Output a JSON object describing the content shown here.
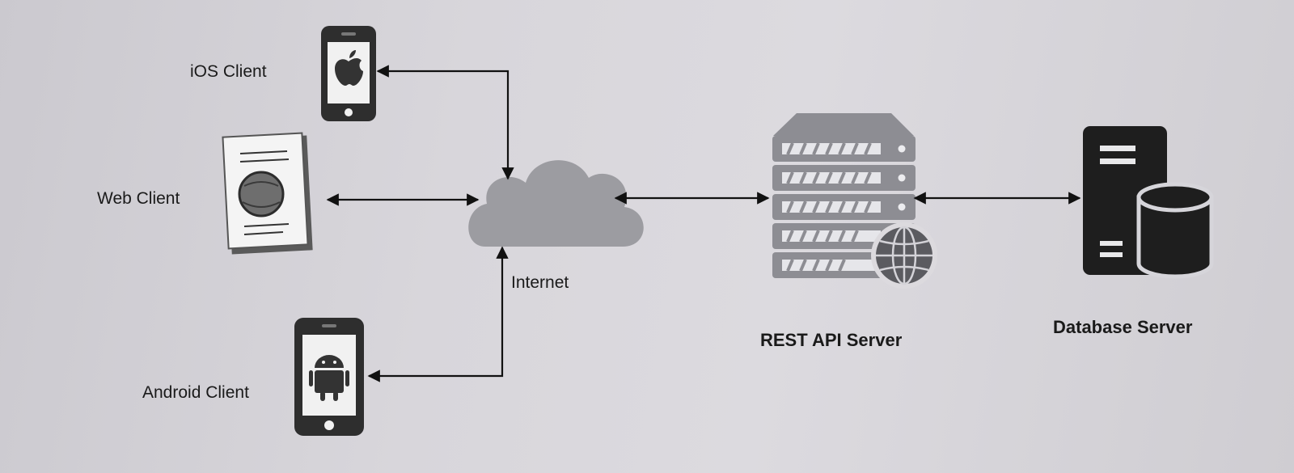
{
  "labels": {
    "ios_client": "iOS Client",
    "web_client": "Web Client",
    "android_client": "Android Client",
    "internet": "Internet",
    "rest_api_server": "REST API Server",
    "database_server": "Database Server"
  },
  "icons": {
    "ios": "apple-phone-icon",
    "web": "web-page-icon",
    "android": "android-phone-icon",
    "internet": "cloud-icon",
    "rest": "server-rack-icon",
    "globe": "globe-icon",
    "database": "database-server-icon"
  },
  "colors": {
    "ink": "#111111",
    "device_dark": "#2e2e2e",
    "cloud": "#9c9ca1",
    "server_body": "#8d8d93",
    "server_slot": "#e6e6ea"
  }
}
